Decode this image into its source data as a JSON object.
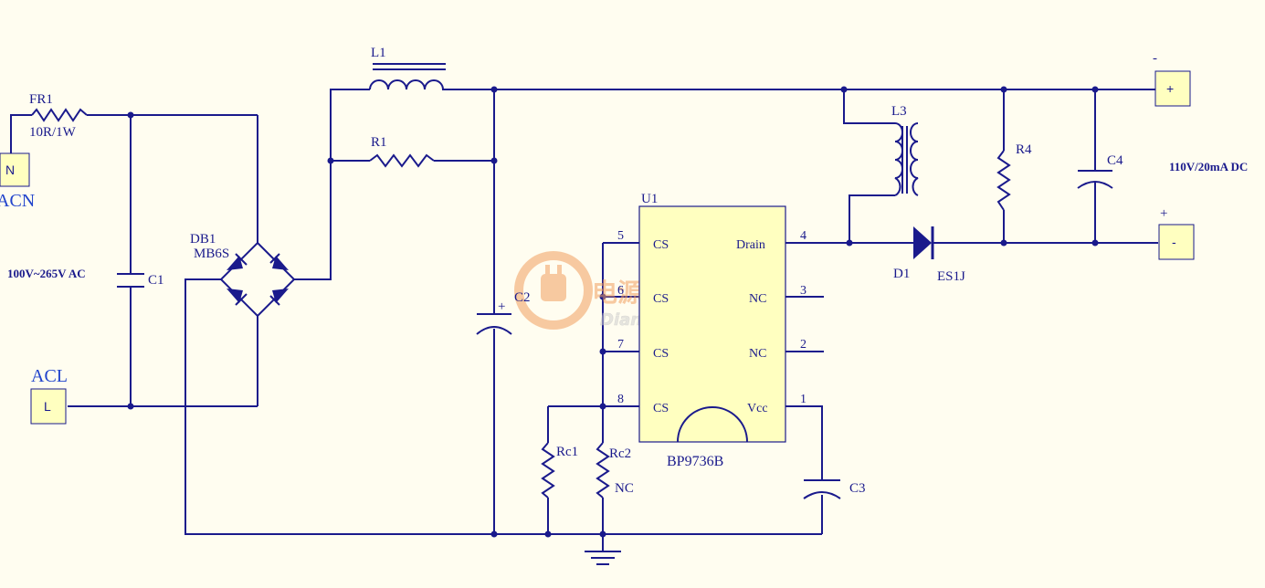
{
  "labels": {
    "fr1": "FR1",
    "fr1_val": "10R/1W",
    "acn": "ACN",
    "acn_conn": "N",
    "acl": "ACL",
    "acl_conn": "L",
    "ac_range": "100V~265V AC",
    "c1": "C1",
    "db1": "DB1",
    "db1_part": "MB6S",
    "l1": "L1",
    "r1": "R1",
    "c2": "C2",
    "c2_plus": "+",
    "u1": "U1",
    "chip": "BP9736B",
    "l3": "L3",
    "d1": "D1",
    "d1_part": "ES1J",
    "r4": "R4",
    "c4": "C4",
    "c3": "C3",
    "rc1": "Rc1",
    "rc2": "Rc2",
    "rc2_val": "NC",
    "dc_out": "110V/20mA DC",
    "out_top_sign": "-",
    "out_top_conn": "+",
    "out_bot_sign": "+",
    "out_bot_conn": "-"
  },
  "chip_pins": {
    "left": [
      {
        "num": "5",
        "name": "CS"
      },
      {
        "num": "6",
        "name": "CS"
      },
      {
        "num": "7",
        "name": "CS"
      },
      {
        "num": "8",
        "name": "CS"
      }
    ],
    "right": [
      {
        "num": "4",
        "name": "Drain"
      },
      {
        "num": "3",
        "name": "NC"
      },
      {
        "num": "2",
        "name": "NC"
      },
      {
        "num": "1",
        "name": "Vcc"
      }
    ]
  },
  "watermark": {
    "cn": "电源网",
    "en": "DianYuan.com"
  },
  "colors": {
    "wire": "#1a1a8c",
    "chip_fill": "#ffffc0",
    "background": "#fffdf0",
    "watermark": "#f2a060"
  }
}
